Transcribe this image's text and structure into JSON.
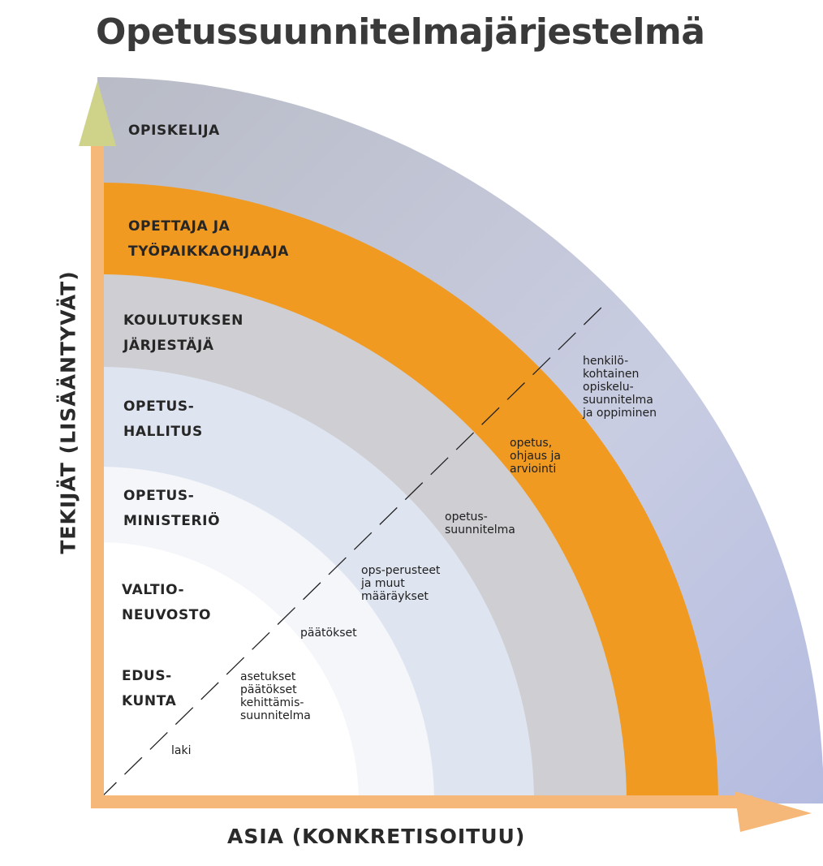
{
  "title": "Opetussuunnitelmajärjestelmä",
  "axes": {
    "y_label": "TEKIJÄT (LISÄÄNTYVÄT)",
    "x_label": "ASIA (KONKRETISOITUU)"
  },
  "bands": [
    {
      "label": "EDUS-\nKUNTA",
      "color": "#ffffff"
    },
    {
      "label": "VALTIO-\nNEUVOSTO",
      "color": "#ffffff"
    },
    {
      "label": "OPETUS-\nMINISTERIÖ",
      "color": "#f3f5f9"
    },
    {
      "label": "OPETUS-\nHALLITUS",
      "color": "#dfe5f0"
    },
    {
      "label": "KOULUTUKSEN\nJÄRJESTÄJÄ",
      "color": "#cfcfd3"
    },
    {
      "label": "OPETTAJA JA\nTYÖPAIKKAOHJAAJA",
      "color": "#f09a22"
    },
    {
      "label": "OPISKELIJA",
      "color": "#c9cde2"
    }
  ],
  "annotations": [
    {
      "name": "laki",
      "text": "laki"
    },
    {
      "name": "asetukset",
      "text": "asetukset\npäätökset\nkehittämis-\nsuunnitelma"
    },
    {
      "name": "paatokset",
      "text": "päätökset"
    },
    {
      "name": "ops-perusteet",
      "text": "ops-perusteet\nja muut\nmääräykset"
    },
    {
      "name": "opetussuunnitelma",
      "text": "opetus-\nsuunnitelma"
    },
    {
      "name": "opetus-ohjaus",
      "text": "opetus,\nohjaus ja\narviointi"
    },
    {
      "name": "henkilokohtainen",
      "text": "henkilö-\nkohtainen\nopiskelu-\nsuunnitelma\nja oppiminen"
    }
  ],
  "colors": {
    "axis": "#f6b878",
    "arrow_head_y": "#cfd38a",
    "orange_band": "#f09a22",
    "outer_band": "#c9cde2",
    "gray_band": "#cfcfd3",
    "light_band": "#dfe5f0"
  }
}
